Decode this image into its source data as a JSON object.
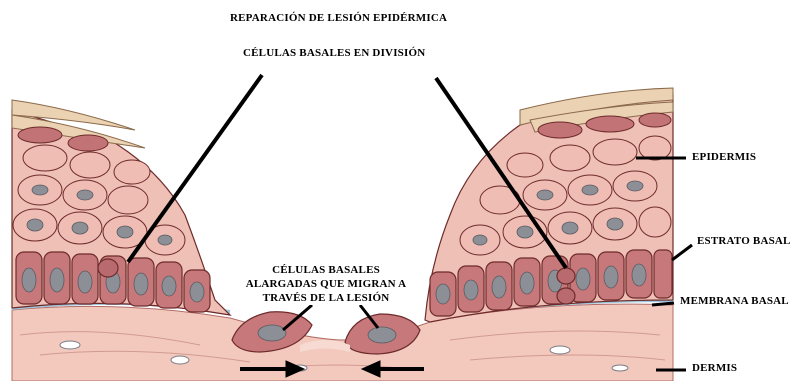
{
  "title": "REPARACIÓN DE LESIÓN EPIDÉRMICA",
  "subtitle": "CÉLULAS BASALES EN DIVISIÓN",
  "labels": {
    "migrating_line1": "CÉLULAS BASALES",
    "migrating_line2": "ALARGADAS QUE MIGRAN A",
    "migrating_line3": "TRAVÉS DE LA LESIÓN",
    "epidermis": "EPIDERMIS",
    "estrato_basal": "ESTRATO BASAL",
    "membrana_basal": "MEMBRANA BASAL",
    "dermis": "DERMIS"
  },
  "colors": {
    "cell_fill": "#e9b5ad",
    "cell_fill_dark": "#c7787a",
    "cell_outline": "#6e2b2b",
    "nucleus": "#8d8f96",
    "keratin": "#e9cfb0",
    "basement_membrane": "#b9d8e8",
    "dermis": "#f3c9be"
  }
}
